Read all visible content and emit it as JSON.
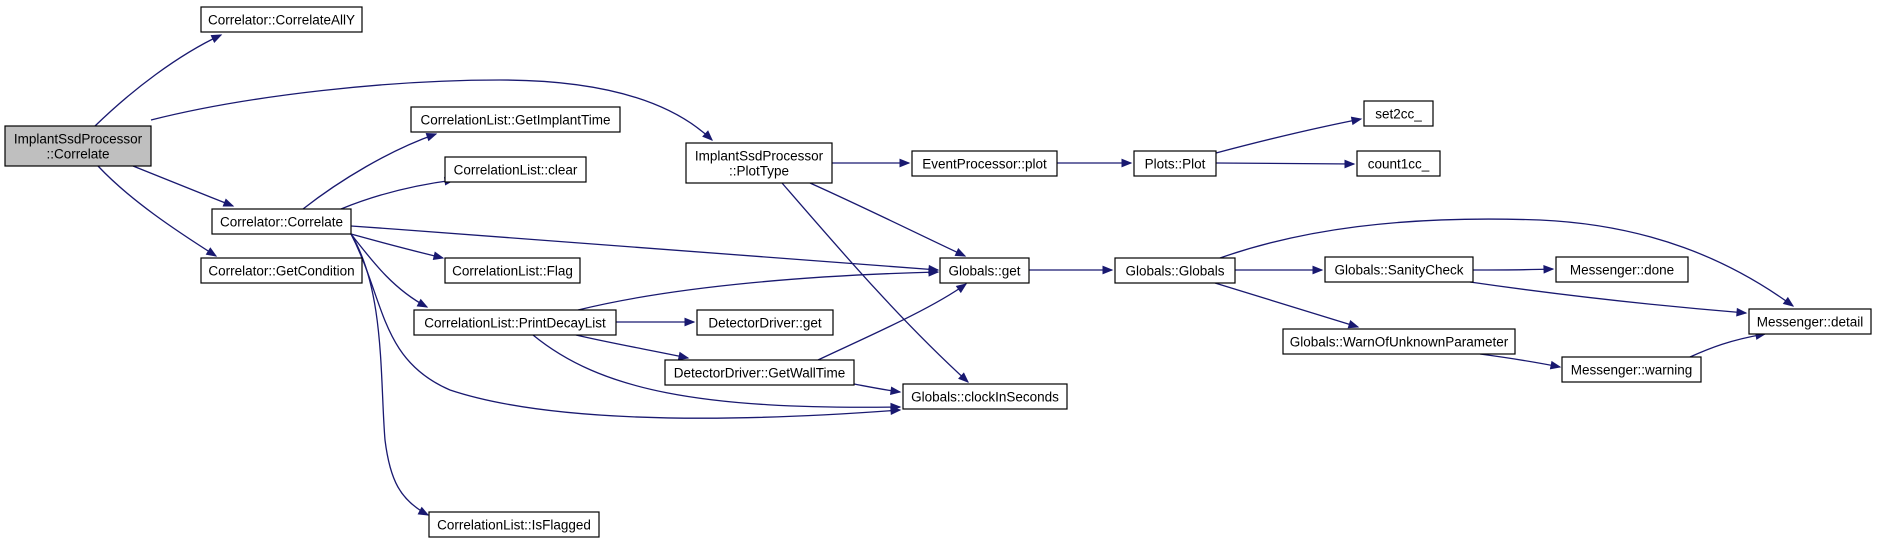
{
  "graph": {
    "nodes": [
      {
        "id": "ImplantSsdProcessor_Correlate",
        "lines": [
          "ImplantSsdProcessor",
          "::Correlate"
        ],
        "root": true
      },
      {
        "id": "Correlator_CorrelateAllY",
        "lines": [
          "Correlator::CorrelateAllY"
        ]
      },
      {
        "id": "Correlator_Correlate",
        "lines": [
          "Correlator::Correlate"
        ]
      },
      {
        "id": "Correlator_GetCondition",
        "lines": [
          "Correlator::GetCondition"
        ]
      },
      {
        "id": "CorrelationList_GetImplantTime",
        "lines": [
          "CorrelationList::GetImplantTime"
        ]
      },
      {
        "id": "CorrelationList_clear",
        "lines": [
          "CorrelationList::clear"
        ]
      },
      {
        "id": "CorrelationList_Flag",
        "lines": [
          "CorrelationList::Flag"
        ]
      },
      {
        "id": "CorrelationList_PrintDecayList",
        "lines": [
          "CorrelationList::PrintDecayList"
        ]
      },
      {
        "id": "CorrelationList_IsFlagged",
        "lines": [
          "CorrelationList::IsFlagged"
        ]
      },
      {
        "id": "ImplantSsdProcessor_PlotType",
        "lines": [
          "ImplantSsdProcessor",
          "::PlotType"
        ]
      },
      {
        "id": "DetectorDriver_get",
        "lines": [
          "DetectorDriver::get"
        ]
      },
      {
        "id": "DetectorDriver_GetWallTime",
        "lines": [
          "DetectorDriver::GetWallTime"
        ]
      },
      {
        "id": "EventProcessor_plot",
        "lines": [
          "EventProcessor::plot"
        ]
      },
      {
        "id": "Globals_get",
        "lines": [
          "Globals::get"
        ]
      },
      {
        "id": "Globals_clockInSeconds",
        "lines": [
          "Globals::clockInSeconds"
        ]
      },
      {
        "id": "Plots_Plot",
        "lines": [
          "Plots::Plot"
        ]
      },
      {
        "id": "Globals_Globals",
        "lines": [
          "Globals::Globals"
        ]
      },
      {
        "id": "set2cc_",
        "lines": [
          "set2cc_"
        ]
      },
      {
        "id": "count1cc_",
        "lines": [
          "count1cc_"
        ]
      },
      {
        "id": "Globals_SanityCheck",
        "lines": [
          "Globals::SanityCheck"
        ]
      },
      {
        "id": "Globals_WarnOfUnknownParameter",
        "lines": [
          "Globals::WarnOfUnknownParameter"
        ]
      },
      {
        "id": "Messenger_done",
        "lines": [
          "Messenger::done"
        ]
      },
      {
        "id": "Messenger_warning",
        "lines": [
          "Messenger::warning"
        ]
      },
      {
        "id": "Messenger_detail",
        "lines": [
          "Messenger::detail"
        ]
      }
    ],
    "edges": [
      {
        "from": "ImplantSsdProcessor_Correlate",
        "to": "Correlator_CorrelateAllY"
      },
      {
        "from": "ImplantSsdProcessor_Correlate",
        "to": "ImplantSsdProcessor_PlotType"
      },
      {
        "from": "ImplantSsdProcessor_Correlate",
        "to": "Correlator_Correlate"
      },
      {
        "from": "ImplantSsdProcessor_Correlate",
        "to": "Correlator_GetCondition"
      },
      {
        "from": "Correlator_Correlate",
        "to": "CorrelationList_GetImplantTime"
      },
      {
        "from": "Correlator_Correlate",
        "to": "CorrelationList_clear"
      },
      {
        "from": "Correlator_Correlate",
        "to": "Globals_get"
      },
      {
        "from": "Correlator_Correlate",
        "to": "CorrelationList_Flag"
      },
      {
        "from": "Correlator_Correlate",
        "to": "CorrelationList_PrintDecayList"
      },
      {
        "from": "Correlator_Correlate",
        "to": "Globals_clockInSeconds"
      },
      {
        "from": "Correlator_Correlate",
        "to": "CorrelationList_IsFlagged"
      },
      {
        "from": "ImplantSsdProcessor_PlotType",
        "to": "EventProcessor_plot"
      },
      {
        "from": "ImplantSsdProcessor_PlotType",
        "to": "Globals_get"
      },
      {
        "from": "ImplantSsdProcessor_PlotType",
        "to": "Globals_clockInSeconds"
      },
      {
        "from": "CorrelationList_PrintDecayList",
        "to": "Globals_get"
      },
      {
        "from": "CorrelationList_PrintDecayList",
        "to": "DetectorDriver_get"
      },
      {
        "from": "CorrelationList_PrintDecayList",
        "to": "DetectorDriver_GetWallTime"
      },
      {
        "from": "CorrelationList_PrintDecayList",
        "to": "Globals_clockInSeconds"
      },
      {
        "from": "DetectorDriver_GetWallTime",
        "to": "Globals_get"
      },
      {
        "from": "DetectorDriver_GetWallTime",
        "to": "Globals_clockInSeconds"
      },
      {
        "from": "EventProcessor_plot",
        "to": "Plots_Plot"
      },
      {
        "from": "Plots_Plot",
        "to": "set2cc_"
      },
      {
        "from": "Plots_Plot",
        "to": "count1cc_"
      },
      {
        "from": "Globals_get",
        "to": "Globals_Globals"
      },
      {
        "from": "Globals_Globals",
        "to": "Globals_SanityCheck"
      },
      {
        "from": "Globals_Globals",
        "to": "Globals_WarnOfUnknownParameter"
      },
      {
        "from": "Globals_Globals",
        "to": "Messenger_detail"
      },
      {
        "from": "Globals_SanityCheck",
        "to": "Messenger_done"
      },
      {
        "from": "Globals_SanityCheck",
        "to": "Messenger_detail"
      },
      {
        "from": "Globals_WarnOfUnknownParameter",
        "to": "Messenger_warning"
      },
      {
        "from": "Messenger_warning",
        "to": "Messenger_detail"
      }
    ]
  }
}
